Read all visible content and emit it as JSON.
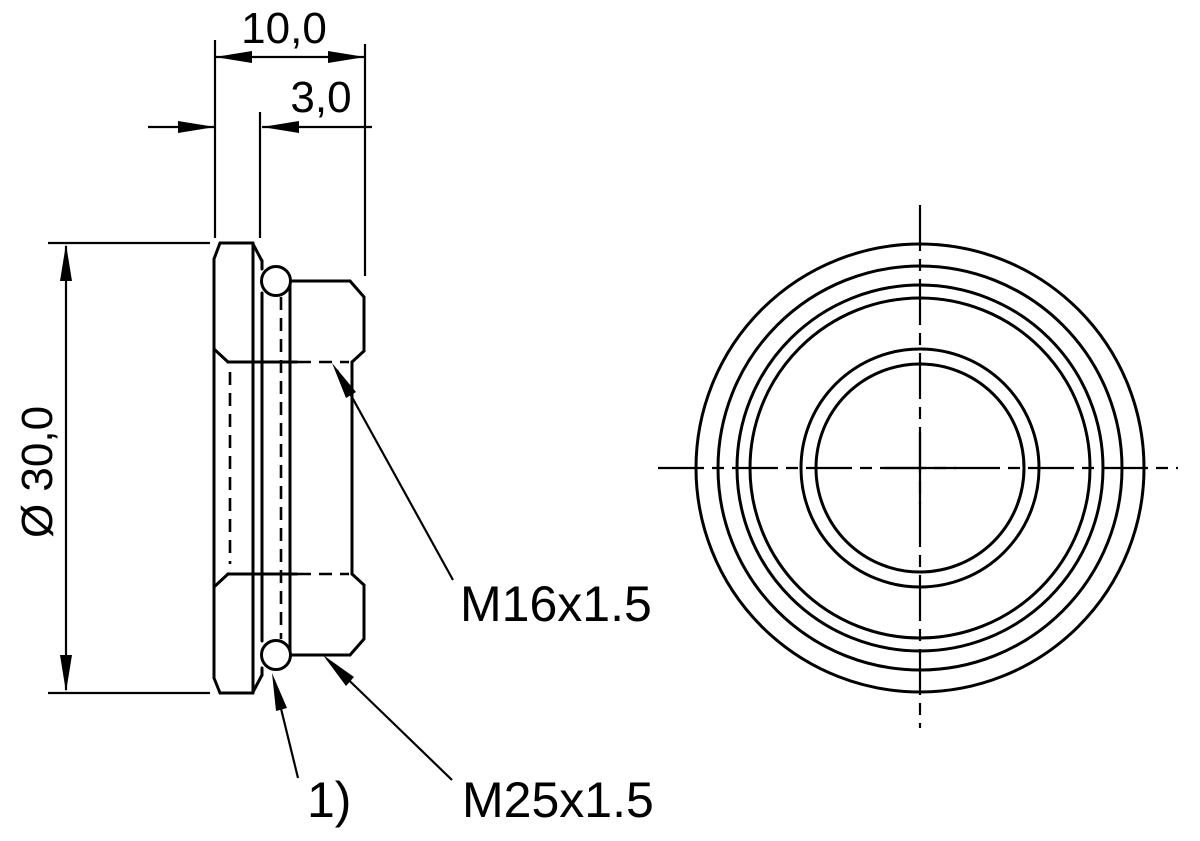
{
  "colors": {
    "background": "#ffffff",
    "line": "#000000"
  },
  "side_view": {
    "dimension_total_width": "10,0",
    "dimension_oring_offset": "3,0",
    "dimension_outer_diameter": "Ø 30,0",
    "label_thread_inner": "M16x1.5",
    "label_thread_outer": "M25x1.5",
    "label_oring_note": "1)"
  },
  "front_view": {
    "circle_count": 6
  }
}
